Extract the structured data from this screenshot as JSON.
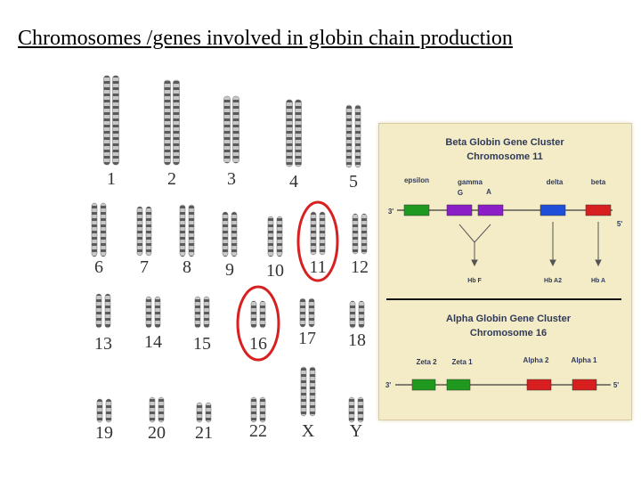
{
  "title": "Chromosomes /genes involved in globin chain production",
  "karyotype": {
    "labels": [
      "1",
      "2",
      "3",
      "4",
      "5",
      "6",
      "7",
      "8",
      "9",
      "10",
      "11",
      "12",
      "13",
      "14",
      "15",
      "16",
      "17",
      "18",
      "19",
      "20",
      "21",
      "22",
      "X",
      "Y"
    ],
    "highlighted": [
      "11",
      "16"
    ],
    "highlight_color": "#d82020"
  },
  "beta_cluster": {
    "title": "Beta Globin Gene Cluster",
    "subtitle": "Chromosome 11",
    "end_left": "3'",
    "end_right": "5'",
    "genes": [
      {
        "label": "epsilon",
        "color": "#1f9a1f"
      },
      {
        "label": "gamma",
        "sublabels": [
          "G",
          "A"
        ],
        "color": "#8a1fc8"
      },
      {
        "label": "delta",
        "color": "#1f4fd8"
      },
      {
        "label": "beta",
        "color": "#d81f1f"
      }
    ],
    "products": [
      "Hb F",
      "Hb A2",
      "Hb A"
    ]
  },
  "alpha_cluster": {
    "title": "Alpha Globin Gene Cluster",
    "subtitle": "Chromosome 16",
    "end_left": "3'",
    "end_right": "5'",
    "genes": [
      {
        "label": "Zeta 2",
        "color": "#1f9a1f"
      },
      {
        "label": "Zeta 1",
        "color": "#1f9a1f"
      },
      {
        "label": "Alpha 2",
        "color": "#d81f1f"
      },
      {
        "label": "Alpha 1",
        "color": "#d81f1f"
      }
    ]
  }
}
